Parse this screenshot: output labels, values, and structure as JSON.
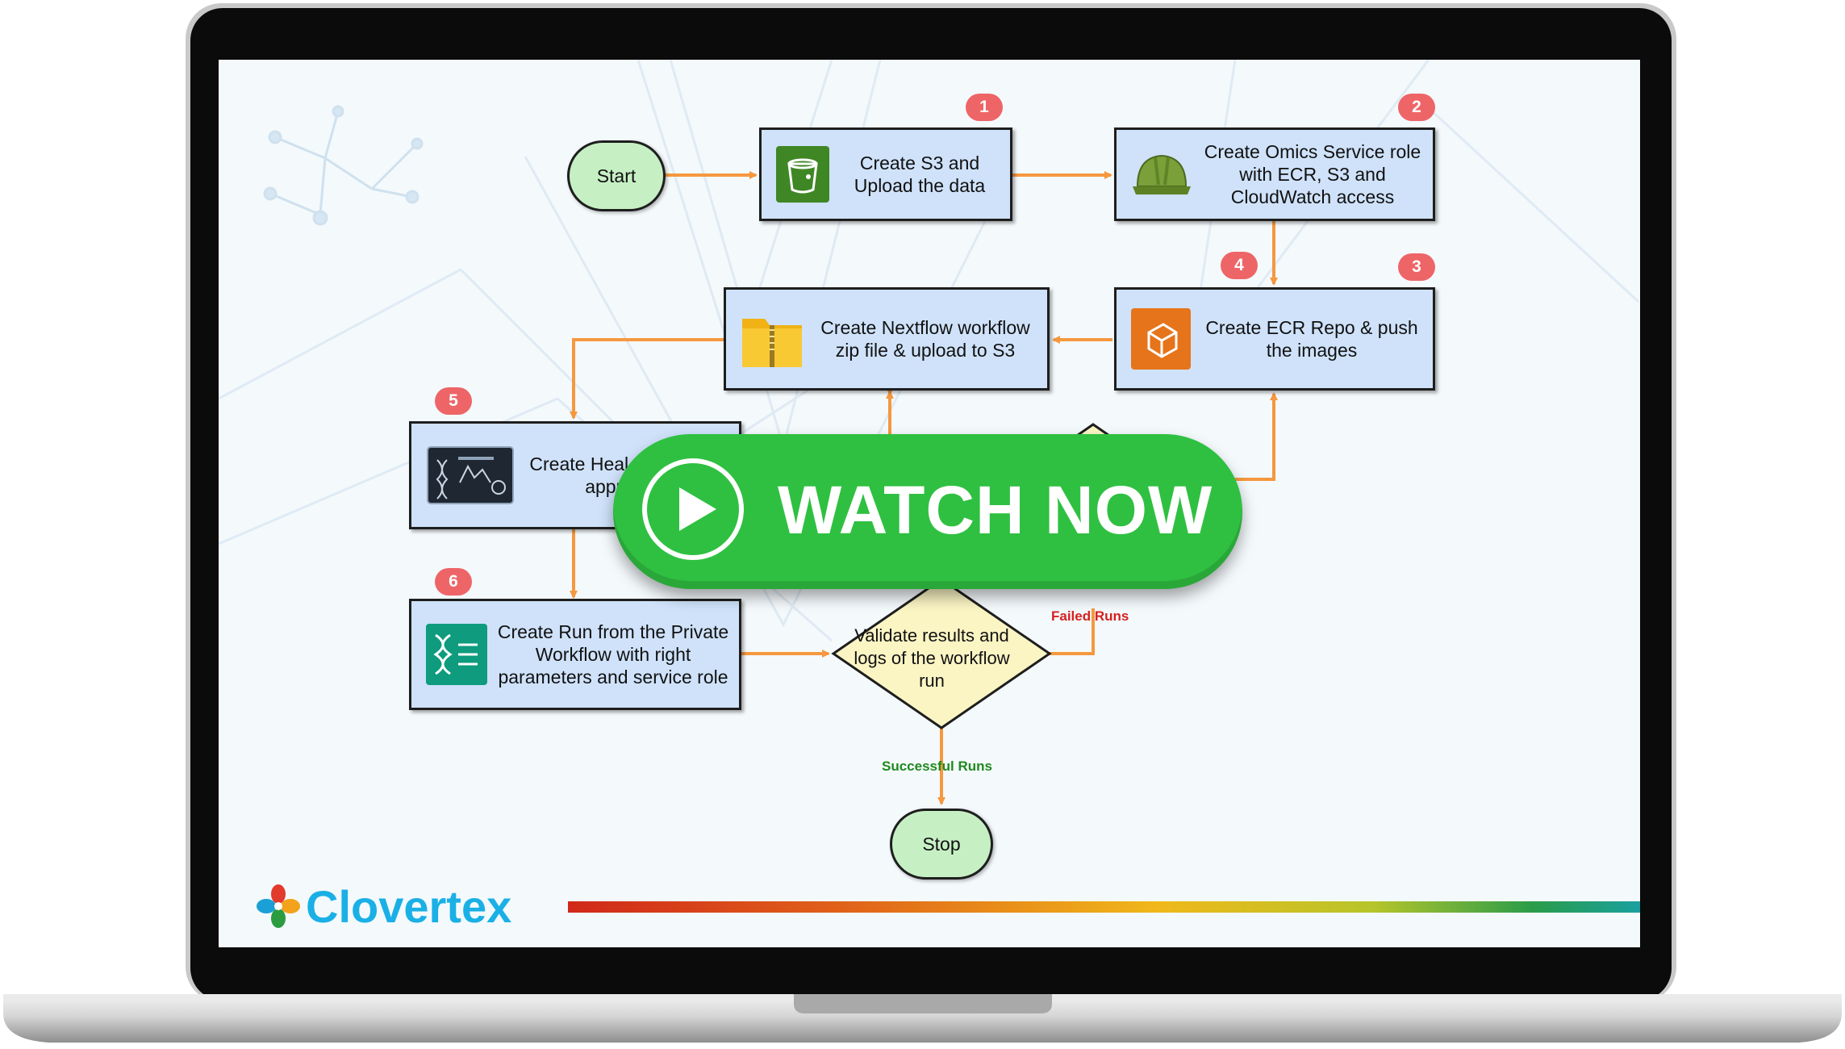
{
  "watch_button": {
    "label": "WATCH NOW"
  },
  "brand": {
    "name": "Clovertex"
  },
  "flow": {
    "start": "Start",
    "stop": "Stop",
    "steps": [
      {
        "badge": "1",
        "text": "Create S3 and Upload the data",
        "icon": "s3-bucket-icon"
      },
      {
        "badge": "2",
        "text": "Create Omics Service role with ECR, S3 and CloudWatch access",
        "icon": "hardhat-icon"
      },
      {
        "badge": "3",
        "text": "Create ECR Repo & push the images",
        "icon": "ecr-repo-icon"
      },
      {
        "badge": "4",
        "text": "Create Nextflow workflow zip file & upload to S3",
        "icon": "zip-folder-icon"
      },
      {
        "badge": "5",
        "text": "Create Heal Private Wo appropriat",
        "icon": "healthomics-dashboard-icon"
      },
      {
        "badge": "6",
        "text": "Create Run from the Private Workflow with right parameters and service role",
        "icon": "dna-run-icon"
      }
    ],
    "decision": "Validate results and logs of the workflow run",
    "failed_label": "Failed Runs",
    "success_label": "Successful Runs"
  },
  "colors": {
    "arrow": "#f5983f",
    "node_fill": "#cfe2fa",
    "terminal_fill": "#c6f0c4",
    "badge": "#ee6567",
    "watch_button": "#2fc041",
    "failed": "#d62020",
    "success": "#1e8a1e",
    "brand_text": "#1ab0e6"
  }
}
